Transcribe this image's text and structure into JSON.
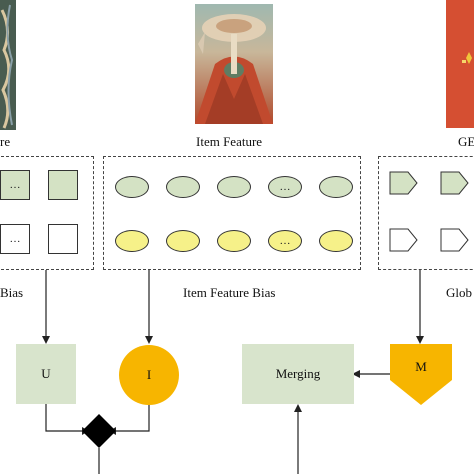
{
  "labels": {
    "user_feature": "re",
    "item_feature": "Item  Feature",
    "global_feature": "GE",
    "user_feature_bias": "Bias",
    "item_feature_bias": "Item  Feature Bias",
    "global_feature_bias": "Glob"
  },
  "nodes": {
    "user": "U",
    "item": "I",
    "merging": "Merging",
    "global": "M"
  },
  "placeholder": "…",
  "colors": {
    "feature_green": "#d4e2c4",
    "bias_yellow": "#f6f189",
    "item_orange": "#f7b500",
    "merge_box": "#d8e4cc",
    "global_pentagon": "#f7b500"
  }
}
